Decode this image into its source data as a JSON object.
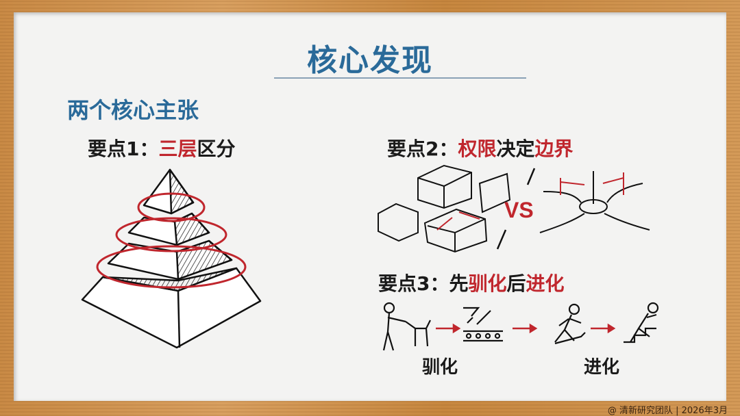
{
  "slide": {
    "title": "核心发现",
    "subtitle": "两个核心主张",
    "points": [
      {
        "prefix": "要点1：",
        "parts": [
          {
            "text": "三层",
            "style": "red"
          },
          {
            "text": "区分",
            "style": "black"
          }
        ]
      },
      {
        "prefix": "要点2：",
        "parts": [
          {
            "text": "权限",
            "style": "red"
          },
          {
            "text": "决定",
            "style": "black"
          },
          {
            "text": "边界",
            "style": "red"
          }
        ]
      },
      {
        "prefix": "要点3：",
        "parts": [
          {
            "text": "先",
            "style": "black"
          },
          {
            "text": "驯化",
            "style": "red"
          },
          {
            "text": "后",
            "style": "black"
          },
          {
            "text": "进化",
            "style": "red"
          }
        ]
      }
    ],
    "vs_label": "VS",
    "stage_labels": {
      "domestication": "驯化",
      "evolution": "进化"
    },
    "footer": "@ 清新研究团队 | 2026年3月"
  },
  "colors": {
    "title_blue": "#2a6a99",
    "accent_red": "#c0262d",
    "board": "#f3f3f2",
    "frame": "#d19552"
  }
}
